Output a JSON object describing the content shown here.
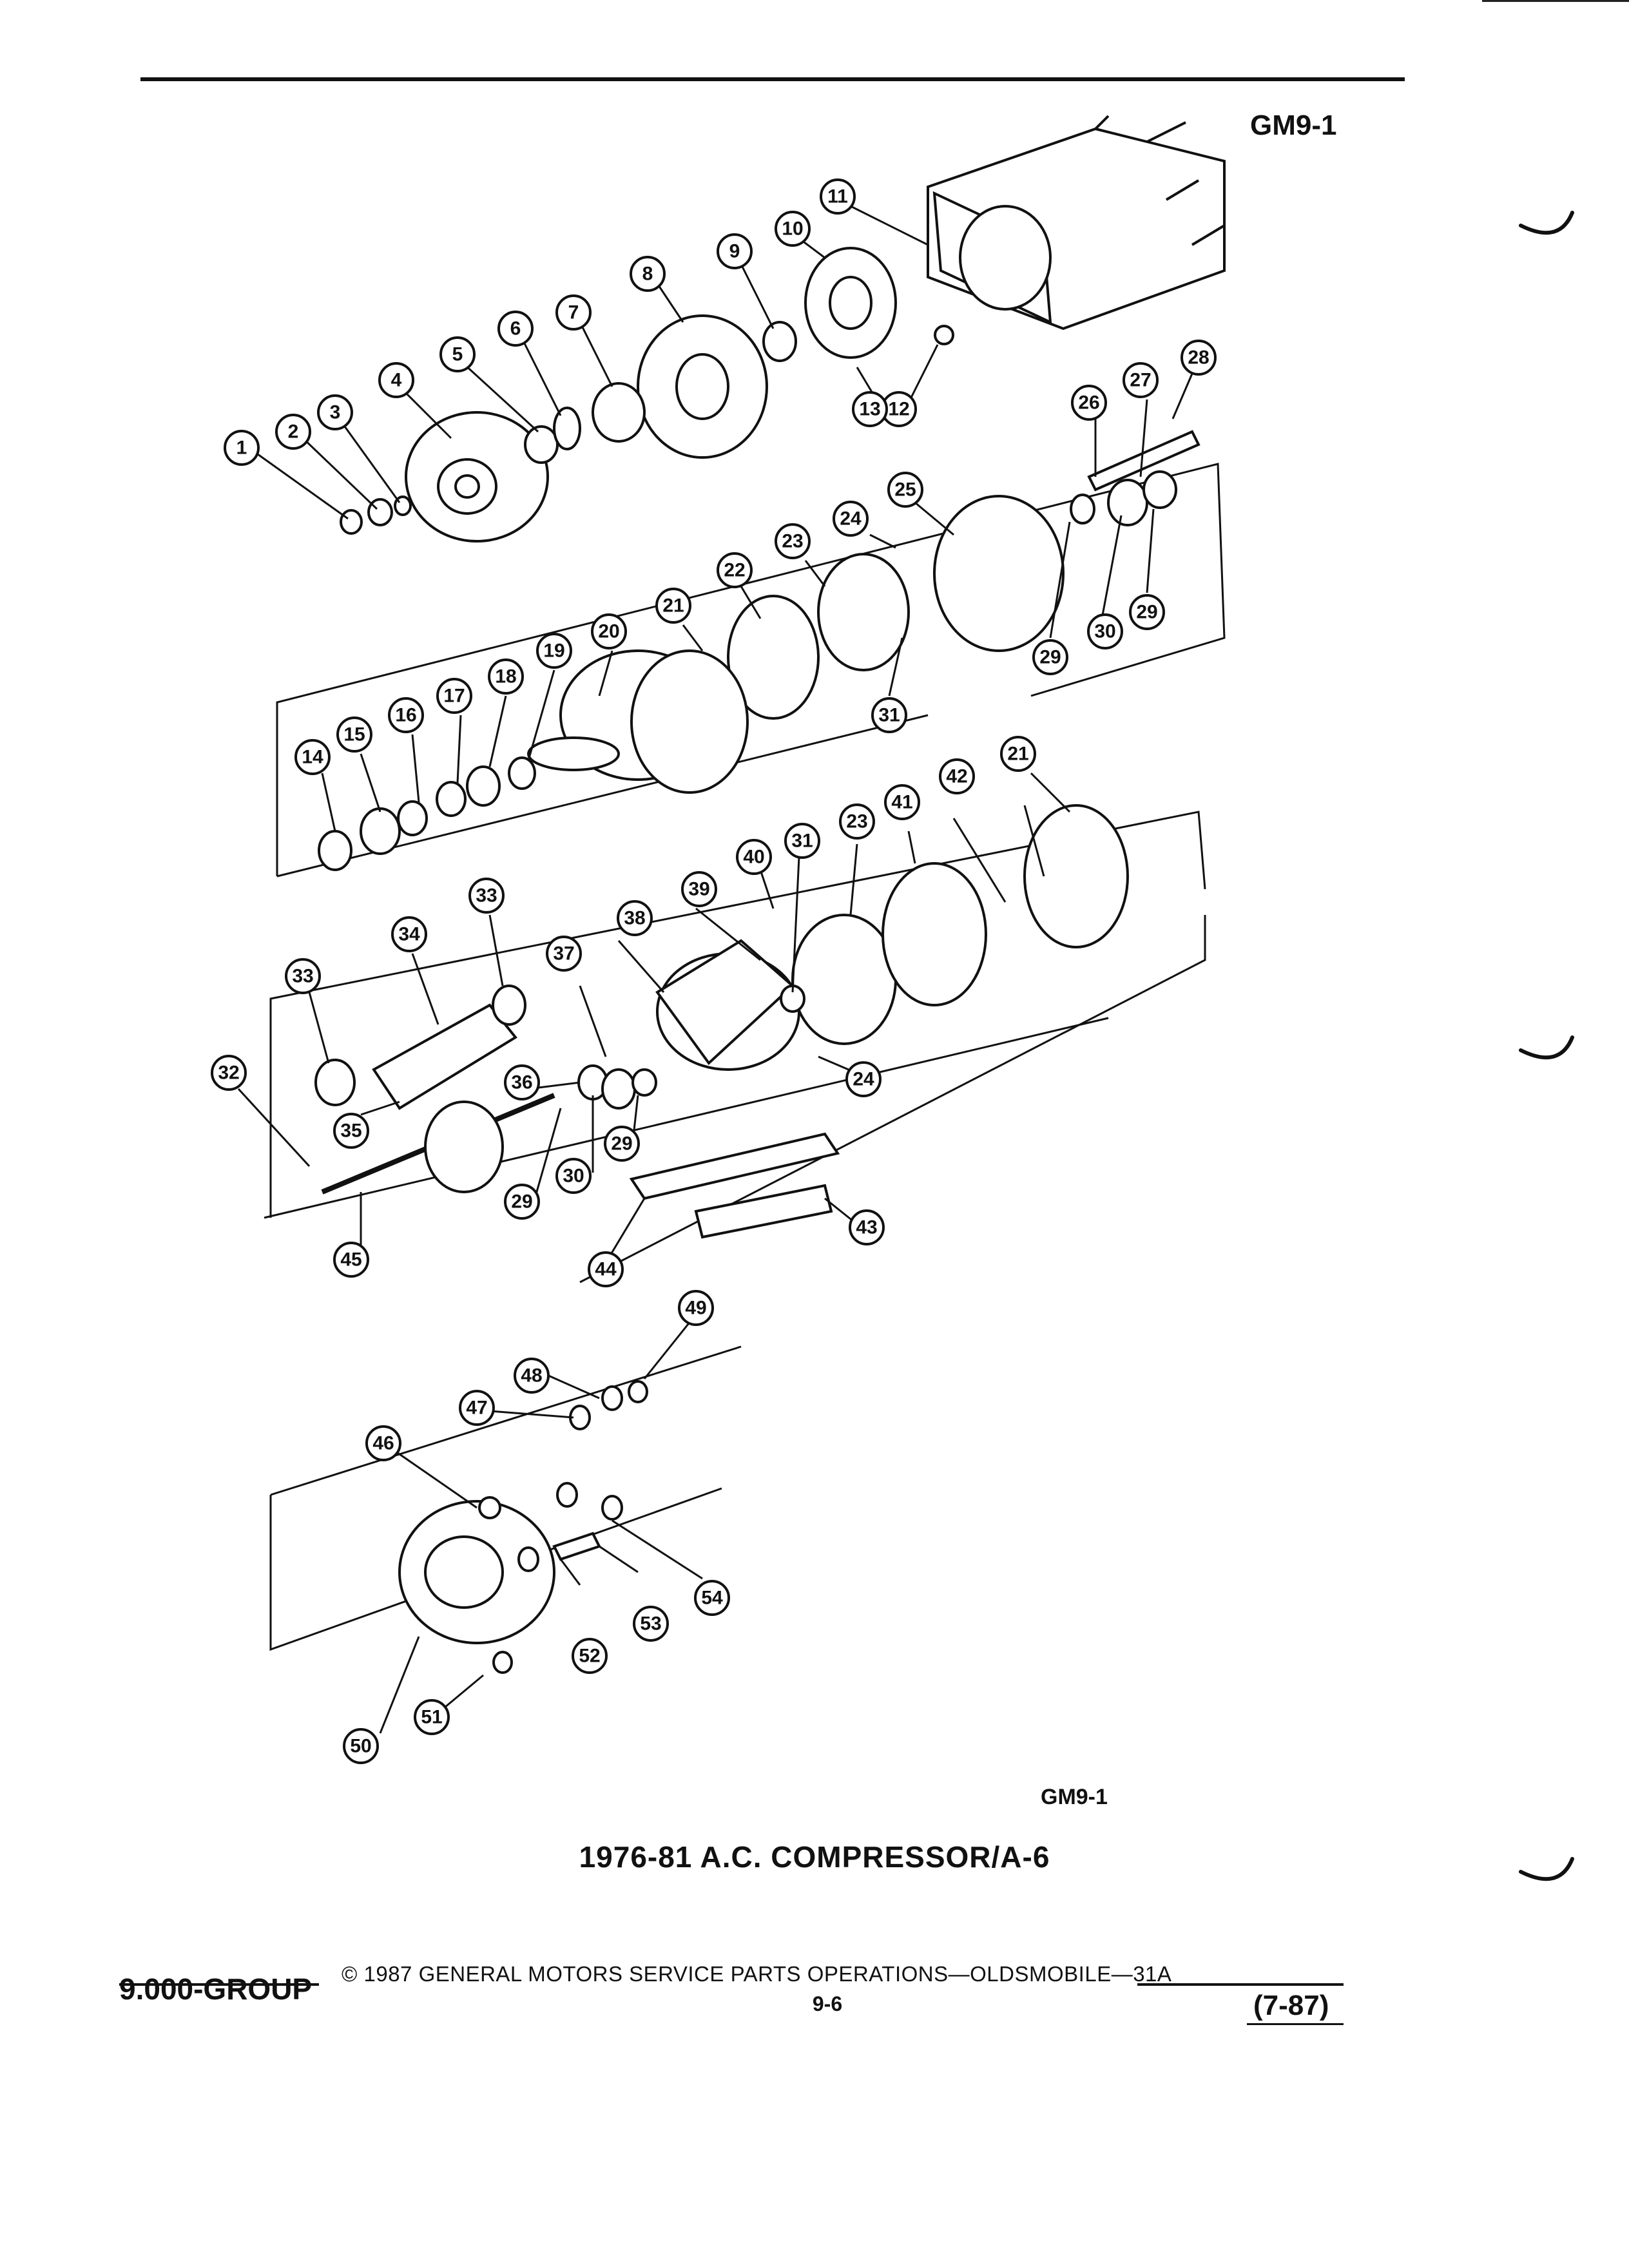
{
  "header": {
    "figure_code_top": "GM9-1"
  },
  "figure": {
    "figure_code_bottom": "GM9-1",
    "title": "1976-81 A.C. COMPRESSOR/A-6",
    "callouts": [
      "1",
      "2",
      "3",
      "4",
      "5",
      "6",
      "7",
      "8",
      "9",
      "10",
      "11",
      "12",
      "13",
      "26",
      "27",
      "28",
      "14",
      "15",
      "16",
      "17",
      "18",
      "19",
      "20",
      "21",
      "22",
      "23",
      "24",
      "25",
      "29",
      "30",
      "29",
      "31",
      "32",
      "33",
      "34",
      "33",
      "35",
      "36",
      "37",
      "38",
      "39",
      "40",
      "31",
      "23",
      "41",
      "42",
      "21",
      "24",
      "29",
      "30",
      "29",
      "45",
      "44",
      "43",
      "46",
      "47",
      "48",
      "49",
      "50",
      "51",
      "52",
      "53",
      "54"
    ]
  },
  "footer": {
    "group": "9.000-GROUP",
    "copyright": "© 1987 GENERAL MOTORS SERVICE PARTS OPERATIONS—OLDSMOBILE—31A",
    "page_number": "9-6",
    "revision_date": "(7-87)"
  }
}
